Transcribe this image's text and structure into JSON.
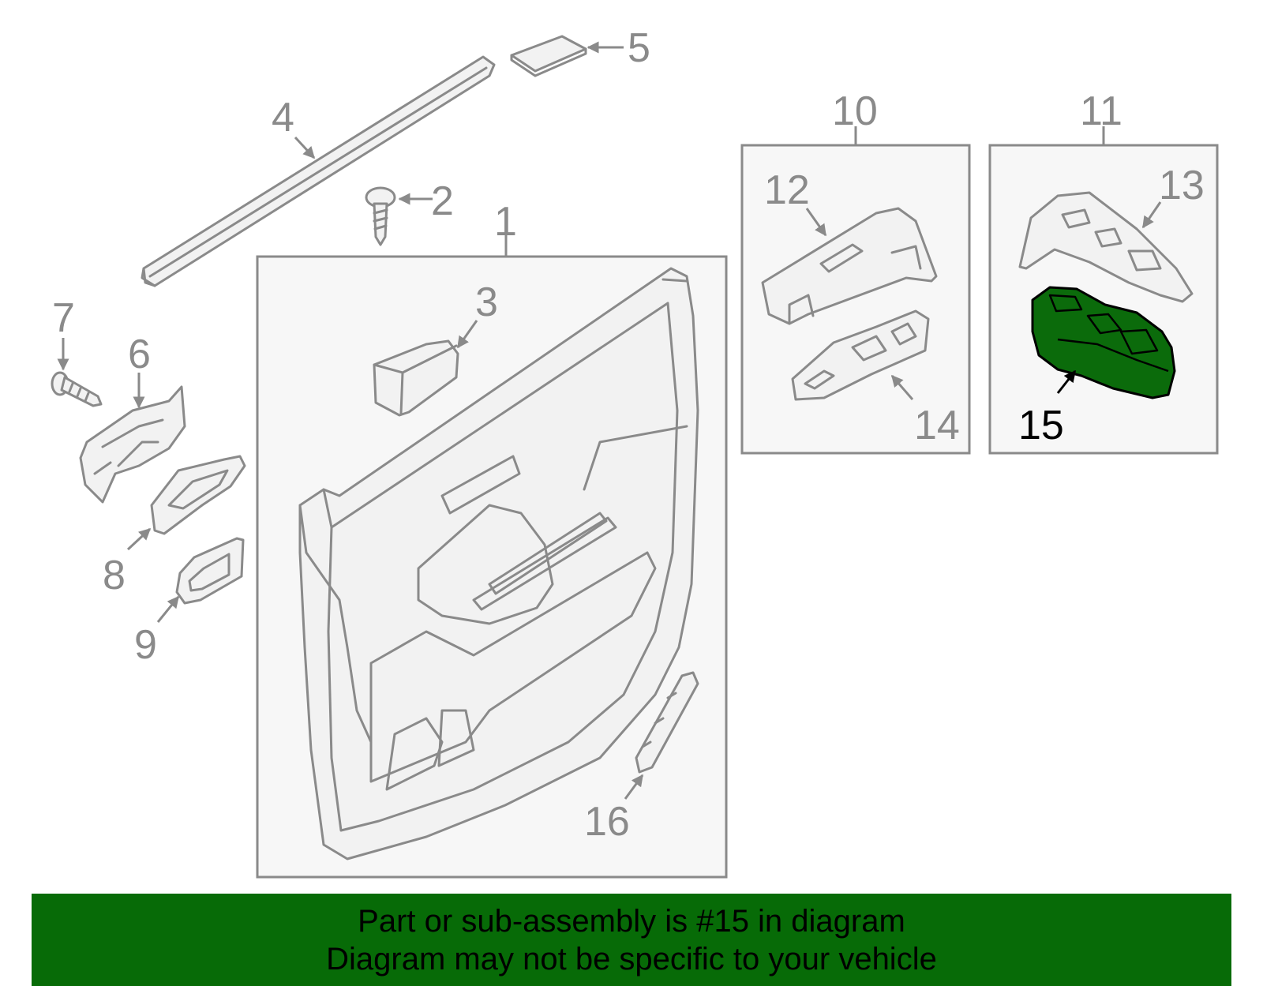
{
  "callouts": {
    "c1": "1",
    "c2": "2",
    "c3": "3",
    "c4": "4",
    "c5": "5",
    "c6": "6",
    "c7": "7",
    "c8": "8",
    "c9": "9",
    "c10": "10",
    "c11": "11",
    "c12": "12",
    "c13": "13",
    "c14": "14",
    "c15": "15",
    "c16": "16"
  },
  "highlighted_part": "15",
  "banner": {
    "line1": "Part or sub-assembly is #15 in diagram",
    "line2": "Diagram may not be specific to your vehicle"
  },
  "colors": {
    "banner_bg": "#076b07",
    "highlight_fill": "#0b6b0b",
    "line_gray": "#8a8a8a"
  }
}
